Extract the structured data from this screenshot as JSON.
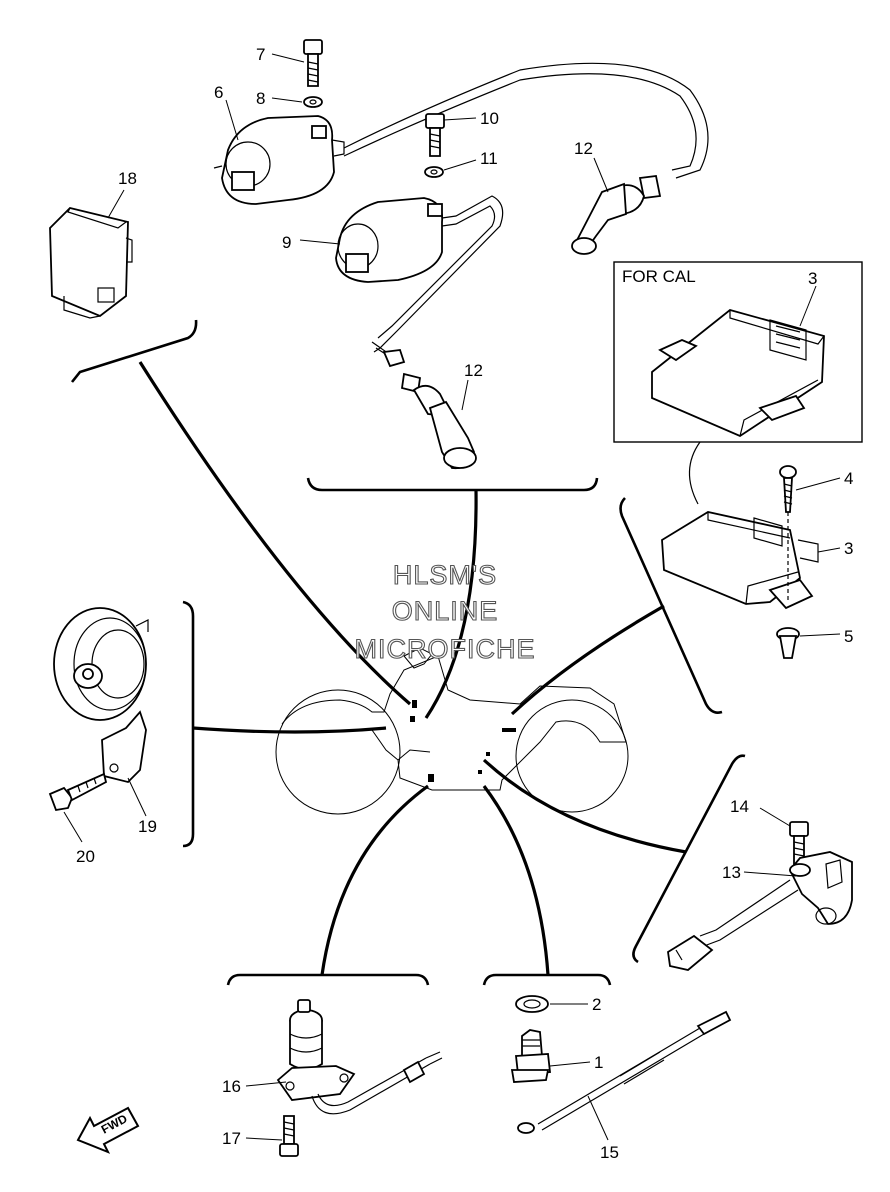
{
  "watermark": {
    "line1": "HLSM'S",
    "line2": "ONLINE",
    "line3": "MICROFICHE"
  },
  "box_label": "FOR CAL",
  "fwd_label": "FWD",
  "callouts": {
    "c1": "1",
    "c2": "2",
    "c3a": "3",
    "c3b": "3",
    "c4": "4",
    "c5": "5",
    "c6": "6",
    "c7": "7",
    "c8": "8",
    "c9": "9",
    "c10": "10",
    "c11": "11",
    "c12a": "12",
    "c12b": "12",
    "c13": "13",
    "c14": "14",
    "c15": "15",
    "c16": "16",
    "c17": "17",
    "c18": "18",
    "c19": "19",
    "c20": "20"
  },
  "icons": {
    "fwd_arrow": "fwd-arrow-icon"
  }
}
